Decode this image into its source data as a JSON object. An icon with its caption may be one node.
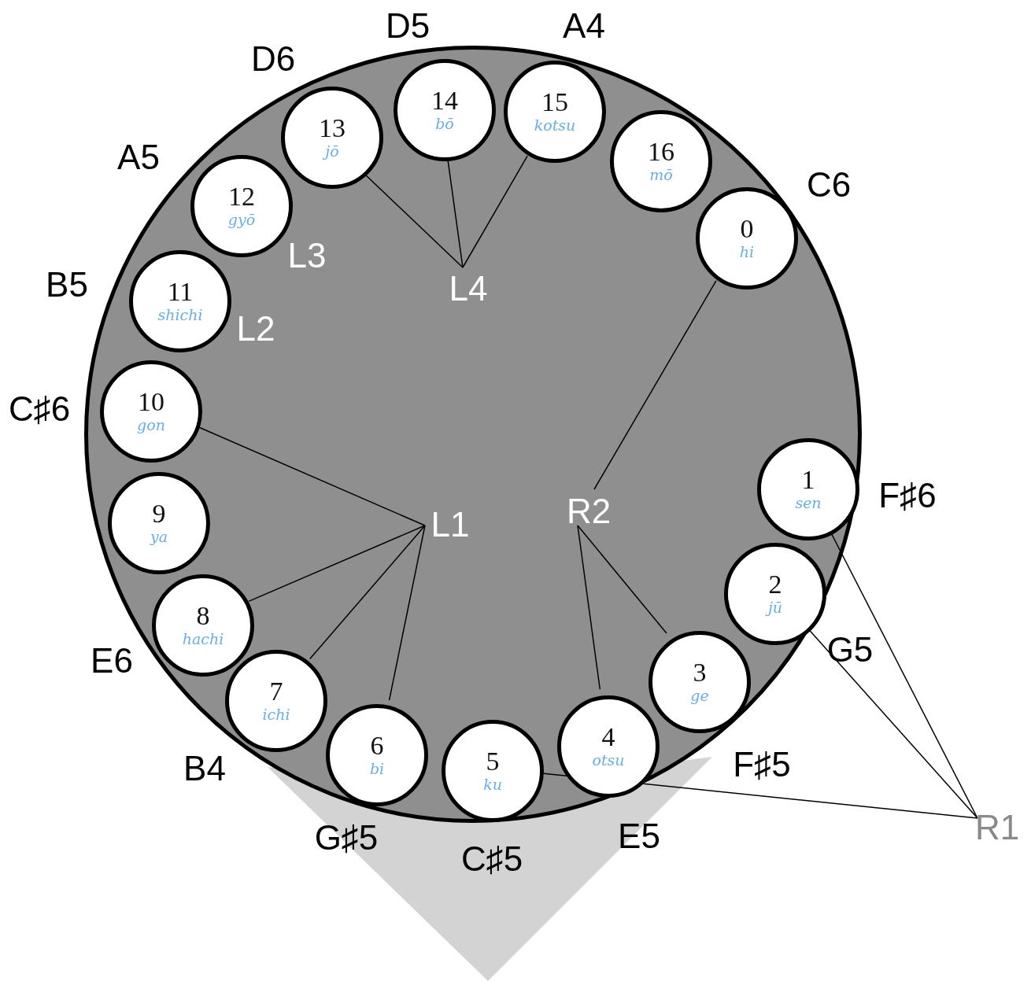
{
  "diagram": {
    "nodes": [
      {
        "text": [],
        "shape": "circle"
      },
      {
        "text": [
          "0",
          "hi"
        ],
        "in": 0
      },
      {
        "text": [
          "1",
          "sen"
        ],
        "in": 0
      },
      {
        "text": [
          "2",
          "jū"
        ],
        "in": 0
      },
      {
        "text": [
          "3",
          "ge"
        ],
        "in": 0
      },
      {
        "text": [
          "4",
          "otsu"
        ],
        "in": 0
      },
      {
        "text": [
          "5",
          "ku"
        ],
        "in": 0
      },
      {
        "text": [
          "6",
          "bi"
        ],
        "in": 0
      },
      {
        "text": [
          "7",
          "ichi"
        ],
        "in": 0
      },
      {
        "text": [
          "8",
          "hachi"
        ],
        "in": 0
      },
      {
        "text": [
          "9",
          "ya"
        ],
        "in": 0
      },
      {
        "text": [
          "10",
          "gon"
        ],
        "in": 0
      },
      {
        "text": [
          "11",
          "shichi"
        ],
        "in": 0
      },
      {
        "text": [
          "12",
          "gyō"
        ],
        "in": 0
      },
      {
        "text": [
          "13",
          "jō"
        ],
        "in": 0
      },
      {
        "text": [
          "14",
          "bō"
        ],
        "in": 0
      },
      {
        "text": [
          "15",
          "kotsu"
        ],
        "in": 0
      },
      {
        "text": [
          "16",
          "mō"
        ],
        "in": 0
      },
      {
        "text": [
          "L4"
        ],
        "in": 0
      },
      {
        "text": [
          "L1"
        ],
        "in": 0
      },
      {
        "text": [
          "R2"
        ],
        "in": 0
      },
      {
        "text": [
          "R1"
        ]
      }
    ],
    "edges": [
      {
        "from": 18,
        "to": 14,
        "arrow": "none"
      },
      {
        "from": 18,
        "to": 15,
        "arrow": "none"
      },
      {
        "from": 18,
        "to": 16,
        "arrow": "none"
      },
      {
        "from": 19,
        "to": 11,
        "arrow": "none"
      },
      {
        "from": 19,
        "to": 9,
        "arrow": "none"
      },
      {
        "from": 19,
        "to": 8,
        "arrow": "none"
      },
      {
        "from": 19,
        "to": 7,
        "arrow": "none"
      },
      {
        "from": 20,
        "to": 1,
        "arrow": "none"
      },
      {
        "from": 20,
        "to": 4,
        "arrow": "none"
      },
      {
        "from": 20,
        "to": 5,
        "arrow": "none"
      },
      {
        "from": 21,
        "to": 2,
        "arrow": "none"
      },
      {
        "from": 21,
        "to": 3,
        "arrow": "none"
      },
      {
        "from": 21,
        "to": 6,
        "arrow": "none"
      }
    ],
    "labels": [
      "D5",
      "A4",
      "D6",
      "A5",
      "C6",
      "L3",
      "B5",
      "L2",
      "C♯6",
      "F♯6",
      "G5",
      "E6",
      "B4",
      "F♯5",
      "G♯5",
      "E5",
      "C♯5"
    ]
  }
}
